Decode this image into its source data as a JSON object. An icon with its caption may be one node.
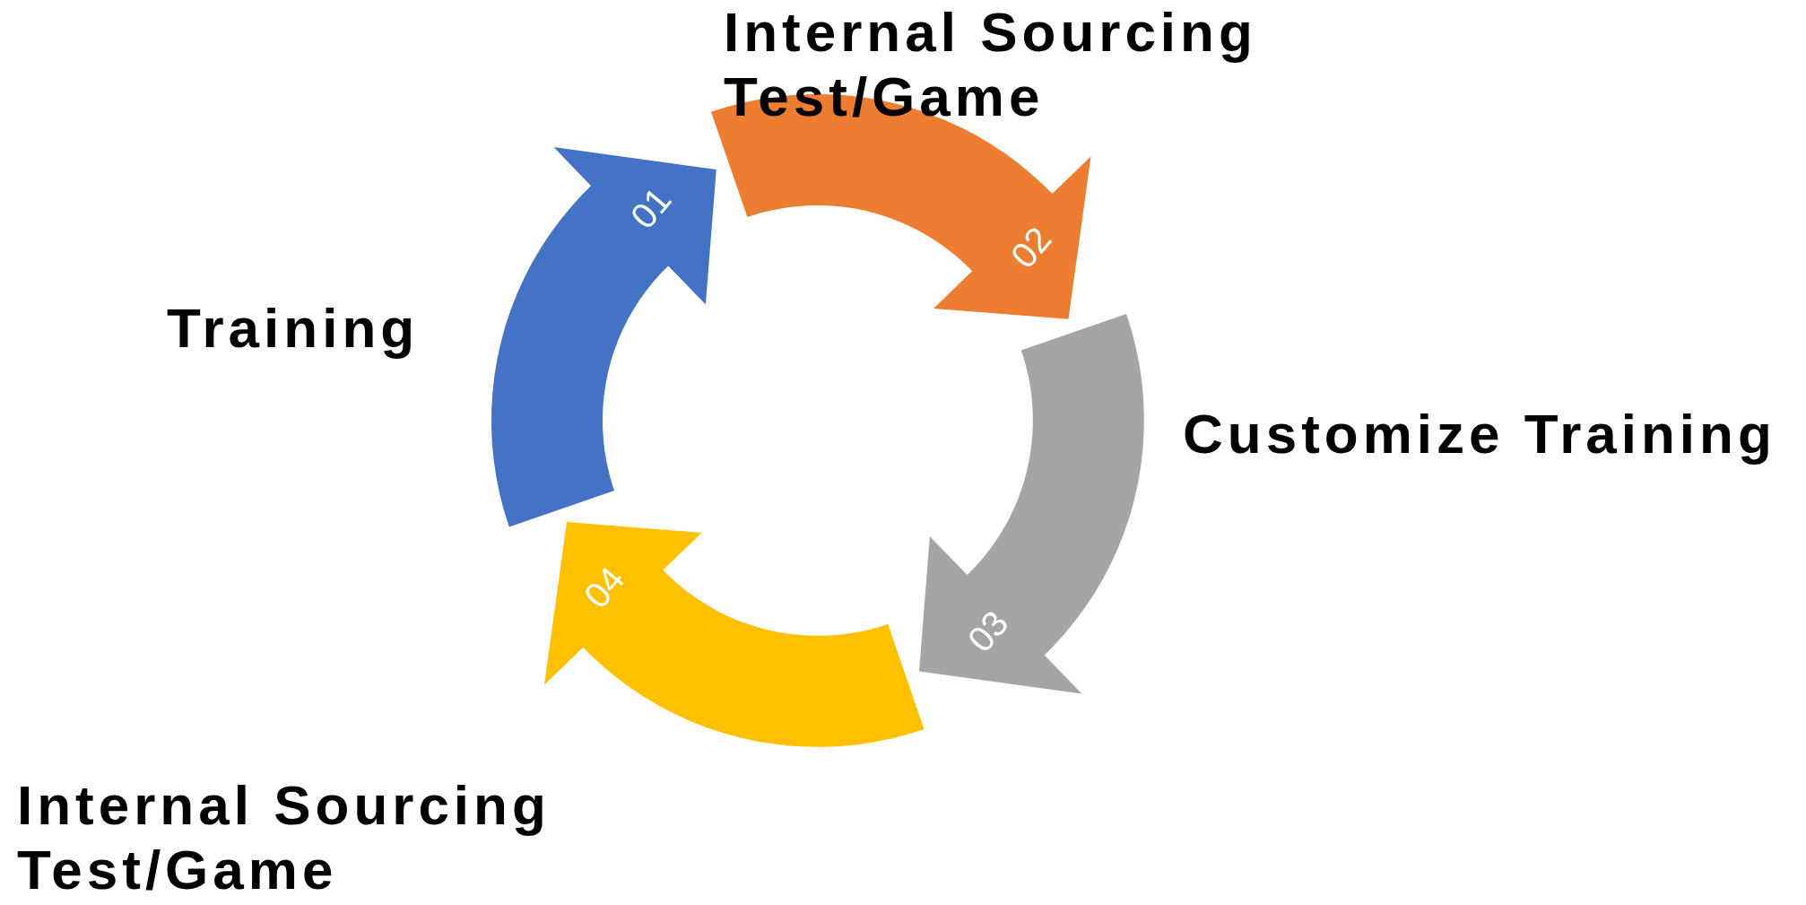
{
  "diagram": {
    "nodes": [
      {
        "text": [
          "01"
        ],
        "beside": [
          "Training"
        ]
      },
      {
        "text": [
          "02"
        ],
        "beside": [
          "Internal Sourcing Test/Game"
        ]
      },
      {
        "text": [
          "03"
        ],
        "beside": [
          "Customize Training"
        ]
      },
      {
        "text": [
          "04"
        ],
        "beside": [
          "Internal Sourcing Test/Game"
        ]
      }
    ]
  }
}
